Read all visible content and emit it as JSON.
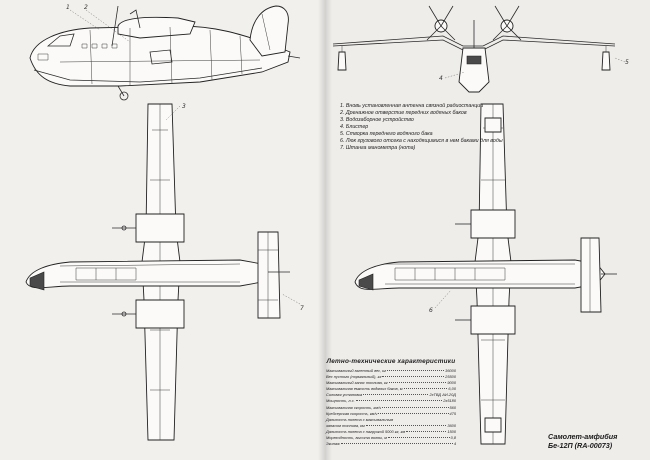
{
  "legend": [
    "1. Вновь установленная антенна связной радиостанции",
    "2. Дренажное отверстие передних водяных баков",
    "3. Водозаборное устройство",
    "4. Блистер",
    "5. Створка переднего водяного бака",
    "6. Люк грузового отсека с находящимися в нем баками для воды",
    "7. Штанга манометра (нота)"
  ],
  "callouts": {
    "side_1": "1",
    "side_2": "2",
    "top_3": "3",
    "top_7": "7",
    "front_4": "4",
    "front_5": "5",
    "bottom_6": "6"
  },
  "specs": {
    "title": "Летно-технические характеристики",
    "rows": [
      {
        "label": "Максимальный взлетный вес, кг",
        "value": "36000"
      },
      {
        "label": "Вес пустого (нормальный), кг",
        "value": "25500"
      },
      {
        "label": "Максимальный запас топлива, кг",
        "value": "9000"
      },
      {
        "label": "Максимальная емкость водяных баков, м",
        "value": "6,00"
      },
      {
        "label": "Силовая установка",
        "value": "2хТВД АИ-20Д"
      },
      {
        "label": "Мощность, л.с.",
        "value": "2х5180"
      },
      {
        "label": "Максимальная скорость, км/ч",
        "value": "560"
      },
      {
        "label": "Крейсерская скорость, км/ч",
        "value": "475"
      },
      {
        "label": "Дальность полета с максимальным",
        "value": ""
      },
      {
        "label": "запасом топлива, км",
        "value": "3600"
      },
      {
        "label": "Дальность полета с нагрузкой 5000 кг, км",
        "value": "1500"
      },
      {
        "label": "Мореходность, высота волны, м",
        "value": "0,8"
      },
      {
        "label": "Экипаж",
        "value": "4"
      }
    ]
  },
  "caption": {
    "line1": "Самолет-амфибия",
    "line2": "Бе-12П (RA-00073)"
  }
}
